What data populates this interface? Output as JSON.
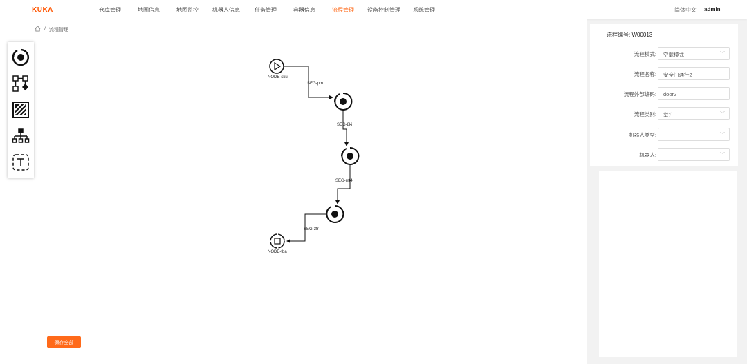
{
  "header": {
    "logo": "KUKA",
    "nav": [
      "仓库管理",
      "地图信息",
      "地图监控",
      "机器人信息",
      "任务管理",
      "容器信息",
      "流程管理",
      "设备控制管理",
      "系统管理"
    ],
    "active_index": 6,
    "language": "简体中文",
    "user": "admin"
  },
  "breadcrumb": {
    "current": "流程管理"
  },
  "toolbox": [
    "action-node-icon",
    "flow-switch-icon",
    "area-icon",
    "tree-icon",
    "text-icon"
  ],
  "flow": {
    "nodes": [
      "NODE-sku",
      "NODE-tba"
    ],
    "edges": [
      "SEG-pm",
      "SEG-8ki",
      "SEG-mt4",
      "SEG-3fr"
    ]
  },
  "save_label": "保存全部",
  "panel": {
    "title": "流程编号: W00013",
    "fields": [
      {
        "label": "流程模式:",
        "value": "空载模式",
        "select": true
      },
      {
        "label": "流程名称:",
        "value": "安全门通行2",
        "select": false
      },
      {
        "label": "流程外部编码:",
        "value": "door2",
        "select": false
      },
      {
        "label": "流程类别:",
        "value": "举升",
        "select": true
      },
      {
        "label": "机器人类型:",
        "value": "",
        "select": true
      },
      {
        "label": "机器人:",
        "value": "",
        "select": true
      }
    ]
  },
  "colors": {
    "accent": "#ff6a1a"
  }
}
